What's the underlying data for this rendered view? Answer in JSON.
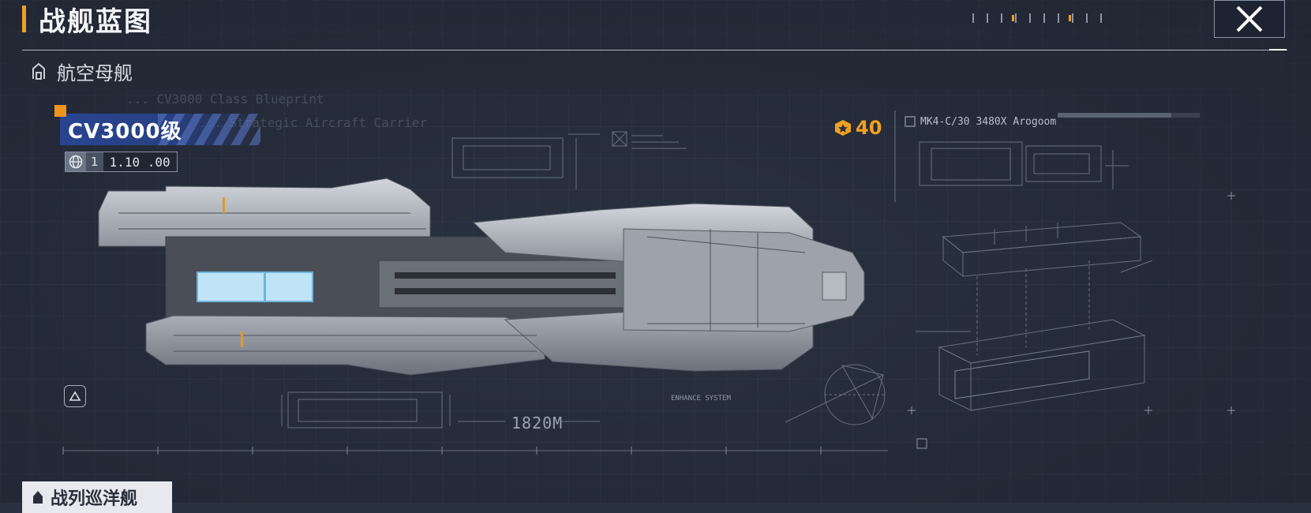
{
  "header": {
    "title": "战舰蓝图"
  },
  "category": {
    "label": "航空母舰",
    "icon": "hangar-icon"
  },
  "ship": {
    "name": "CV3000级",
    "tier": "1",
    "version": "1.10 .00",
    "power": "40",
    "spec_code": "MK4-C/30 3480X Arogoom"
  },
  "ghost_text": {
    "line1": "... CV3000 Class Blueprint",
    "line2": "... Strategic Aircraft Carrier"
  },
  "blueprint": {
    "length_label": "1820M",
    "system_label": "ENHANCE SYSTEM"
  },
  "bottom_tab": {
    "label": "战列巡洋舰"
  },
  "colors": {
    "accent": "#f0a020",
    "name_band": "#2846a0",
    "background": "#2a3140"
  }
}
